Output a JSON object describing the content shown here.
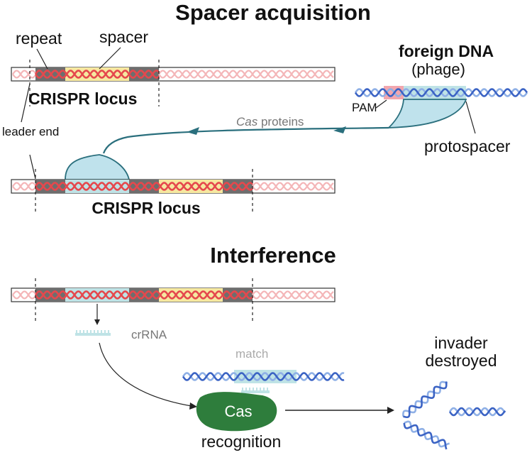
{
  "titles": {
    "spacer_acquisition": "Spacer acquisition",
    "interference": "Interference"
  },
  "labels": {
    "repeat": "repeat",
    "spacer": "spacer",
    "crispr_locus_top": "CRISPR locus",
    "crispr_locus_mid": "CRISPR locus",
    "leader_end": "leader end",
    "foreign_dna": "foreign DNA",
    "phage": "(phage)",
    "pam": "PAM",
    "cas_italic": "Cas",
    "proteins": " proteins",
    "protospacer": "protospacer",
    "crrna": "crRNA",
    "match": "match",
    "cas_protein": "Cas",
    "recognition": "recognition",
    "invader": "invader",
    "destroyed": "destroyed"
  },
  "colors": {
    "repeat_block": "#6e6e6e",
    "spacer_block": "#f6e8a0",
    "spacer_new": "#bfe3e6",
    "crispr_strand": "#e5484d",
    "faint_strand": "#f4b6b8",
    "dna_blue": "#3b63c4",
    "dna_light_blue": "#8fb0e6",
    "cas_green": "#2e7d3c",
    "pathway_teal": "#2a6f7d",
    "cas_blob_fill": "#bfe2ec",
    "pam_pink": "#f2a6ae"
  }
}
